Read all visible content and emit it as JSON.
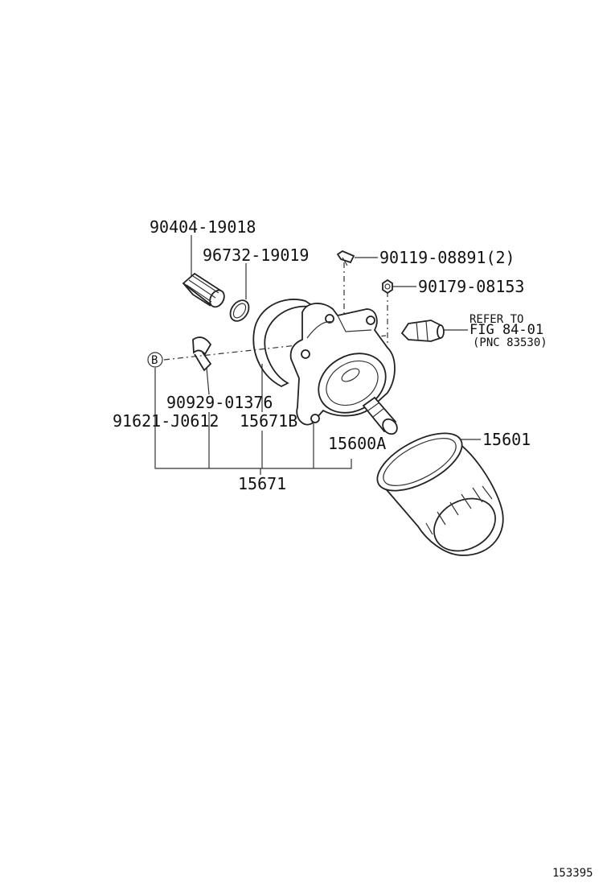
{
  "diagram": {
    "part_labels": {
      "p90404": "90404-19018",
      "p96732": "96732-19019",
      "p90119": "90119-08891(2)",
      "p90179": "90179-08153",
      "p90929": "90929-01376",
      "p91621": "91621-J0612",
      "p15671B": "15671B",
      "p15600A": "15600A",
      "p15601": "15601",
      "p15671": "15671"
    },
    "refer": {
      "line1": "REFER TO",
      "line2": "FIG 84-01",
      "line3": "(PNC 83530)"
    },
    "callout_marker": "B",
    "figure_number": "153395"
  }
}
